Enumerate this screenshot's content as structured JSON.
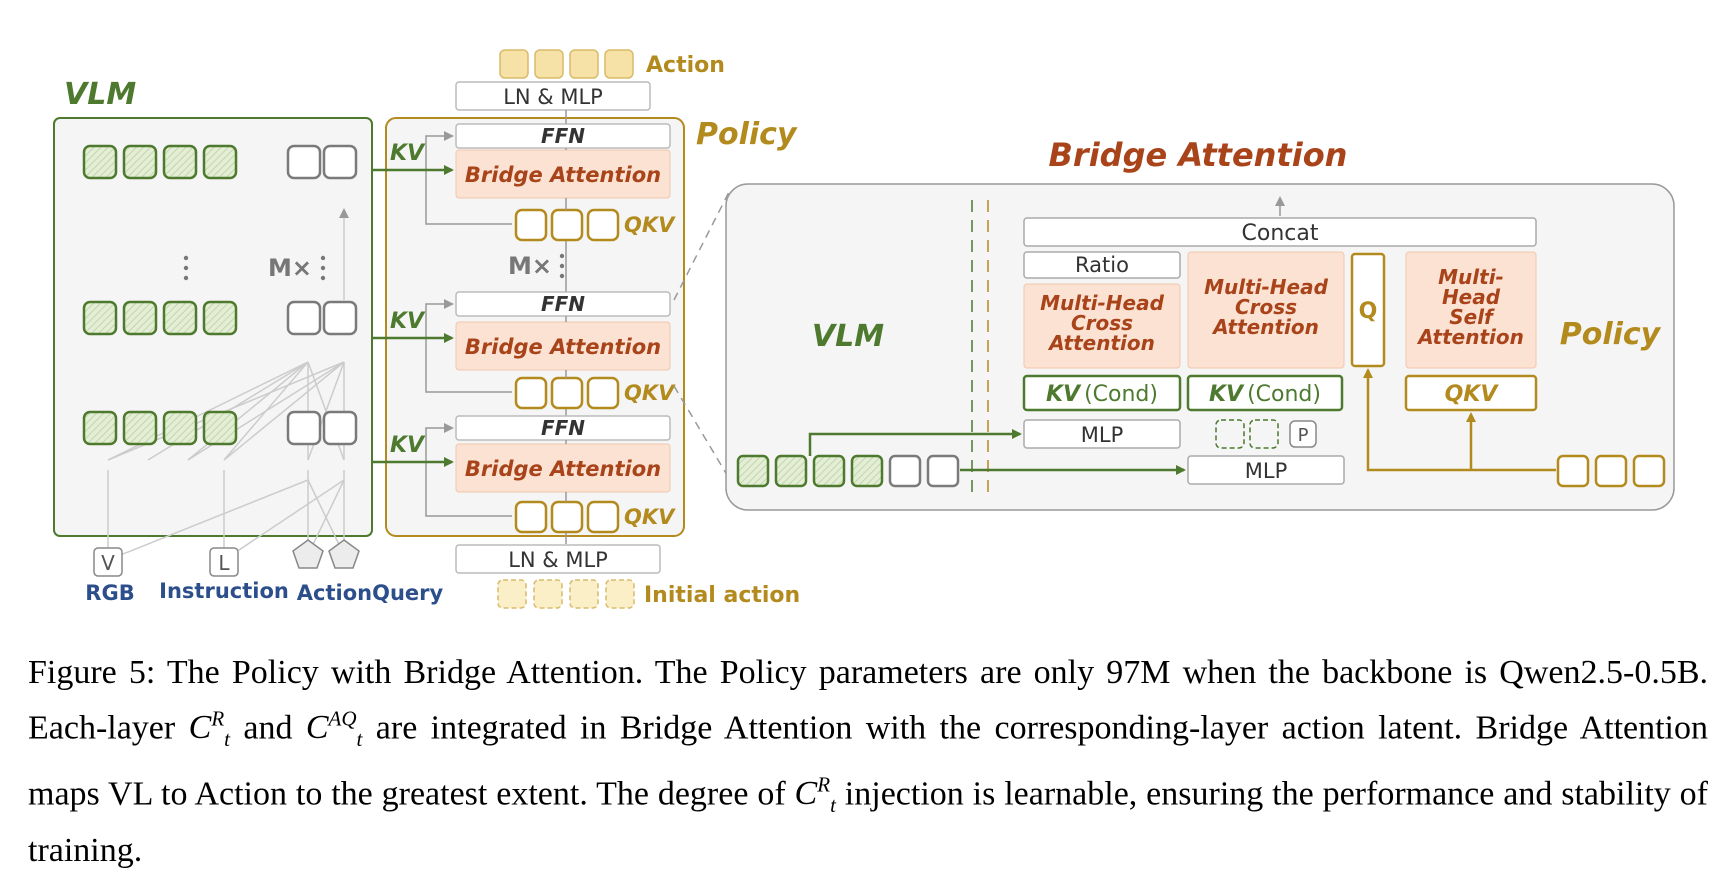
{
  "vlm_panel": {
    "title": "VLM",
    "repeat_label": "M×",
    "inputs": {
      "rgb_icon": "V",
      "rgb_label": "RGB",
      "instruction_icon": "L",
      "instruction_label": "Instruction",
      "action_query_label": "ActionQuery"
    }
  },
  "policy_panel": {
    "title": "Policy",
    "top_label": "LN & MLP",
    "bottom_label": "LN & MLP",
    "action_label": "Action",
    "initial_action_label": "Initial action",
    "ffn_label": "FFN",
    "bridge_label": "Bridge Attention",
    "kv_label": "KV",
    "qkv_label": "QKV",
    "repeat_label": "M×"
  },
  "bridge_detail": {
    "title": "Bridge Attention",
    "concat": "Concat",
    "ratio": "Ratio",
    "mhca1": [
      "Multi-Head",
      "Cross",
      "Attention"
    ],
    "mhca2": [
      "Multi-Head",
      "Cross",
      "Attention"
    ],
    "q": "Q",
    "mhsa": [
      "Multi-",
      "Head",
      "Self",
      "Attention"
    ],
    "kv": "KV",
    "cond": "(Cond)",
    "qkv": "QKV",
    "mlp1": "MLP",
    "mlp2": "MLP",
    "p": "P",
    "vlm_label": "VLM",
    "policy_label": "Policy"
  },
  "caption": {
    "figure_label": "Figure 5:",
    "seg1": "The Policy with Bridge Attention.  The Policy parameters are only 97M when the backbone is Qwen2.5-0.5B. Each-layer",
    "math_c": "C",
    "sup_r": "R",
    "sub_t": "t",
    "and_word": "and",
    "sup_aq": "AQ",
    "seg2": "are integrated in Bridge Attention with the corresponding-layer action latent. Bridge Attention maps VL to Action to the greatest extent. The degree of",
    "seg3": "injection is learnable, ensuring the performance and stability of training."
  },
  "colors": {
    "green": "#4d7a2e",
    "green_fill": "#dde8cf",
    "gold": "#b38a1e",
    "gold_fill": "#f6e2a6",
    "orange_fill": "#fbe2d2",
    "orange_text": "#a8431a",
    "gray_box": "#7a7a7a",
    "blue_text": "#2c4f8c"
  }
}
